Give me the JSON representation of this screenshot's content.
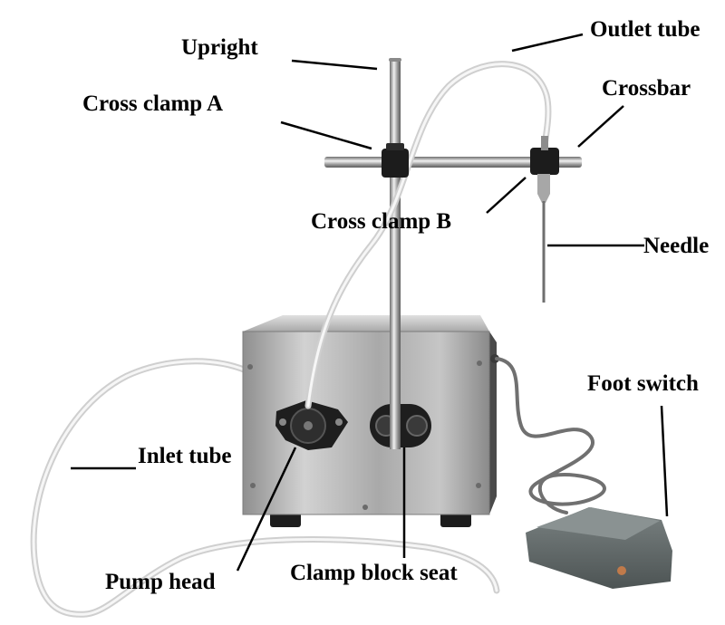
{
  "labels": {
    "upright": "Upright",
    "outlet_tube": "Outlet tube",
    "cross_clamp_a": "Cross clamp A",
    "crossbar": "Crossbar",
    "cross_clamp_b": "Cross clamp B",
    "needle": "Needle",
    "foot_switch": "Foot switch",
    "inlet_tube": "Inlet tube",
    "pump_head": "Pump head",
    "clamp_block_seat": "Clamp block seat"
  },
  "colors": {
    "steel": "#b9b9b9",
    "tube": "#ececec",
    "clamp": "#1c1c1c",
    "foot_switch": "#5d6464",
    "cable": "#707070"
  }
}
